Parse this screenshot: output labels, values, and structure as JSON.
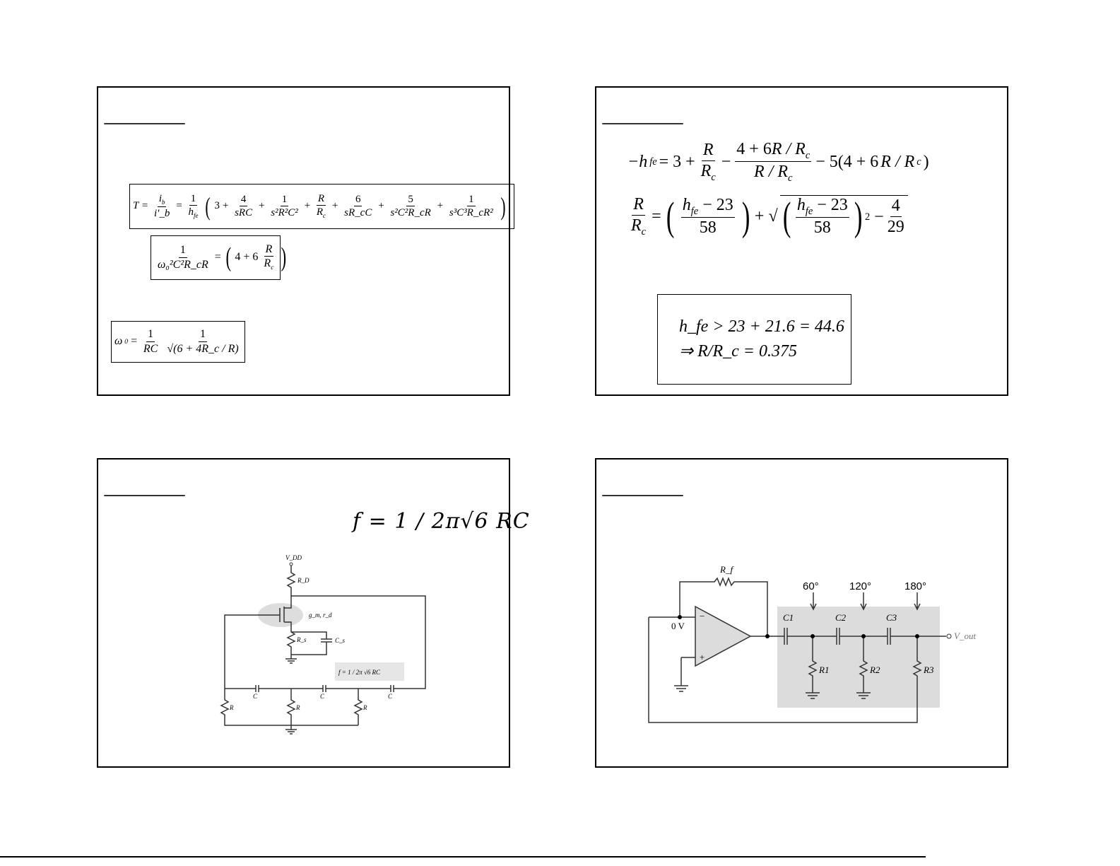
{
  "slide1": {
    "eq_T": {
      "lhs": "T",
      "ratio_num": "i_b",
      "ratio_den": "i'_b",
      "coef_num": "1",
      "coef_den": "h_fe",
      "terms": [
        {
          "num": "3",
          "den": ""
        },
        {
          "num": "4",
          "den": "sRC"
        },
        {
          "num": "1",
          "den": "s²R²C²"
        },
        {
          "num": "R",
          "den": "R_c"
        },
        {
          "num": "6",
          "den": "sR_cC"
        },
        {
          "num": "5",
          "den": "s²C²R_cR"
        },
        {
          "num": "1",
          "den": "s³C³R_cR²"
        }
      ]
    },
    "eq_omega_cond": {
      "num": "1",
      "den": "ω₀²C²R_cR",
      "rhs": "4 + 6",
      "rhs_num": "R",
      "rhs_den": "R_c"
    },
    "eq_omega": {
      "lhs": "ω₀",
      "f1_num": "1",
      "f1_den": "RC",
      "f2_num": "1",
      "f2_den": "√(6 + 4R_c / R)"
    }
  },
  "slide2": {
    "eq1": "−h_fe = 3 + R/R_c − (4 + 6R/R_c)/(R/R_c) − 5(4 + 6R/R_c)",
    "eq2": "R/R_c = ((h_fe − 23)/58) + √(((h_fe − 23)/58)² − 4/29)",
    "result1": "h_fe > 23 + 21.6 = 44.6",
    "result2": "⇒ R/R_c = 0.375"
  },
  "slide3": {
    "handwritten": "f = 1 / 2π√6 RC",
    "labels": {
      "vdd": "V_DD",
      "rd": "R_D",
      "gm": "g_m, r_d",
      "rs": "R_s",
      "cs": "C_s",
      "c": "C",
      "r": "R",
      "formula": "f = 1 / 2π √6 RC"
    }
  },
  "slide4": {
    "labels": {
      "rf": "R_f",
      "p60": "60°",
      "p120": "120°",
      "p180": "180°",
      "c1": "C1",
      "c2": "C2",
      "c3": "C3",
      "r1": "R1",
      "r2": "R2",
      "r3": "R3",
      "zero_v": "0 V",
      "minus": "−",
      "plus": "+",
      "vout": "V_out"
    }
  }
}
